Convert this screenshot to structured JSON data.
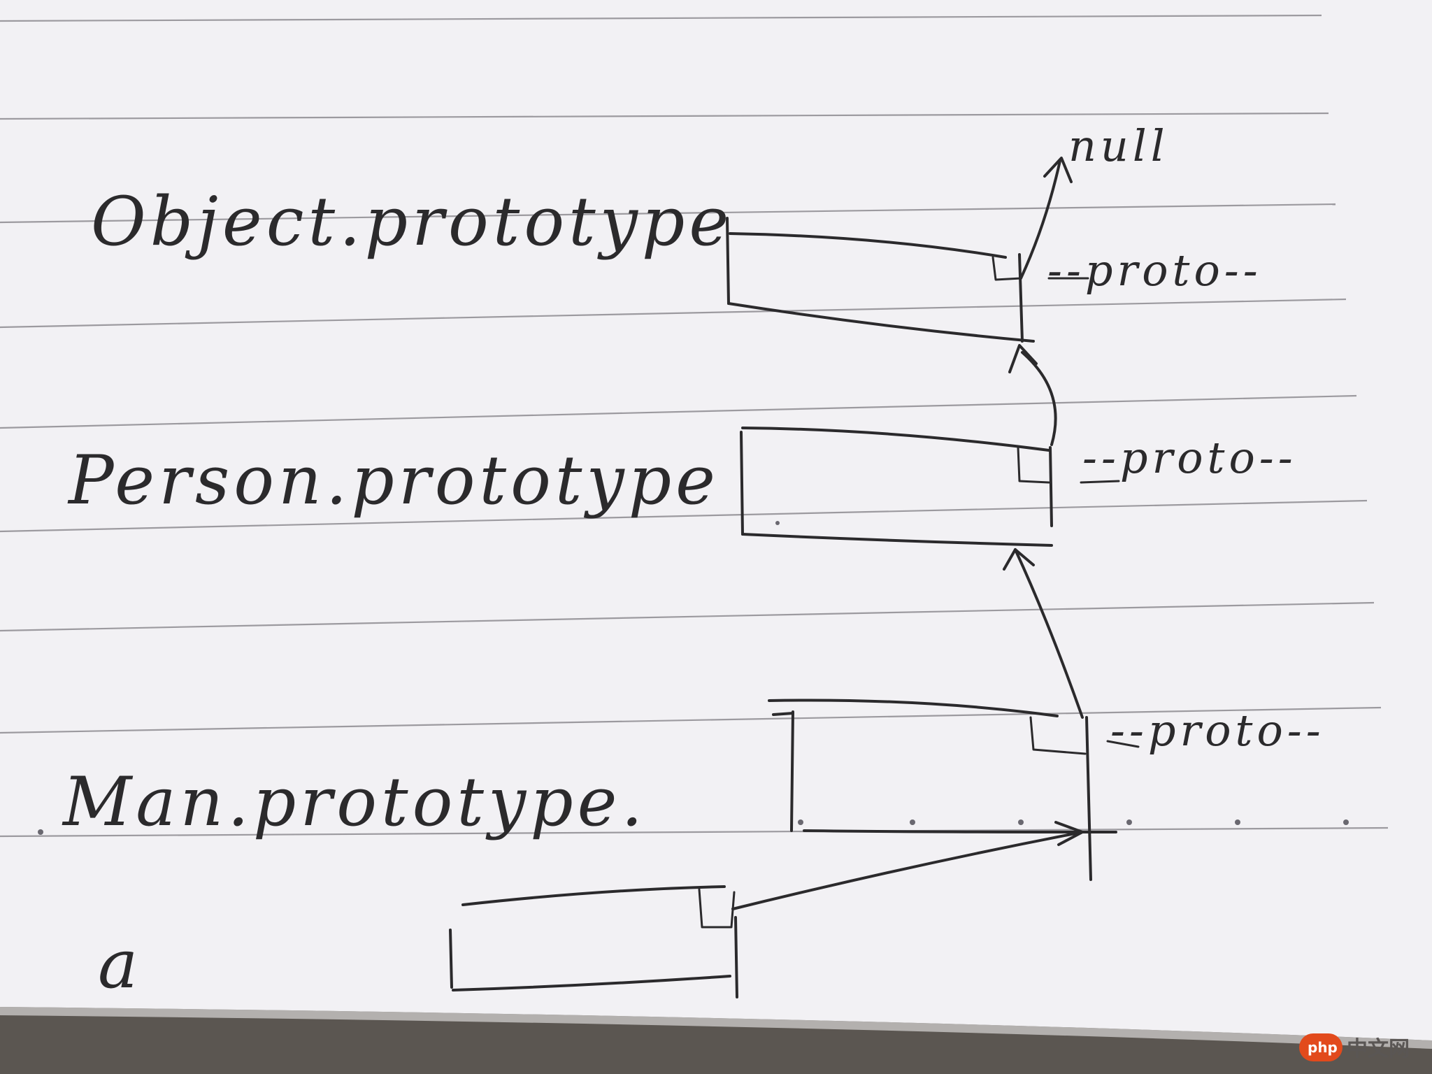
{
  "labels": {
    "object_prototype": "Object.prototype",
    "person_prototype": "Person.prototype",
    "man_prototype": "Man.prototype.",
    "instance_a": "a"
  },
  "links": {
    "object_proto": "--proto--",
    "person_proto": "--proto--",
    "man_proto": "--proto--",
    "null_value": "null"
  },
  "watermark": {
    "badge": "php",
    "site": "中文网"
  },
  "colors": {
    "paper": "#f2f1f4",
    "ink": "#2b2a2c",
    "rule_line": "#9c9a9f",
    "watermark_accent": "#e24a1c"
  }
}
